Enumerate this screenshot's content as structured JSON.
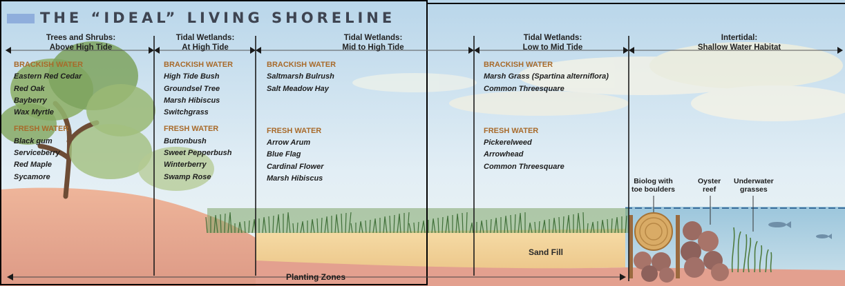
{
  "title": "THE “IDEAL” LIVING SHORELINE",
  "zones": [
    {
      "line1": "Trees and Shrubs:",
      "line2": "Above High Tide"
    },
    {
      "line1": "Tidal Wetlands:",
      "line2": "At High Tide"
    },
    {
      "line1": "Tidal Wetlands:",
      "line2": "Mid to High Tide"
    },
    {
      "line1": "Tidal Wetlands:",
      "line2": "Low to Mid Tide"
    },
    {
      "line1": "Intertidal:",
      "line2": "Shallow Water Habitat"
    }
  ],
  "columns": [
    {
      "brackish_label": "BRACKISH WATER",
      "brackish": [
        "Eastern Red Cedar",
        "Red Oak",
        "Bayberry",
        "Wax Myrtle"
      ],
      "fresh_label": "FRESH WATER",
      "fresh": [
        "Black gum",
        "Serviceberry",
        "Red Maple",
        "Sycamore"
      ]
    },
    {
      "brackish_label": "BRACKISH WATER",
      "brackish": [
        "High Tide Bush",
        "Groundsel Tree",
        "Marsh Hibiscus",
        "Switchgrass"
      ],
      "fresh_label": "FRESH WATER",
      "fresh": [
        "Buttonbush",
        "Sweet Pepperbush",
        "Winterberry",
        "Swamp Rose"
      ]
    },
    {
      "brackish_label": "BRACKISH WATER",
      "brackish": [
        "Saltmarsh Bulrush",
        "Salt Meadow Hay"
      ],
      "fresh_label": "FRESH WATER",
      "fresh": [
        "Arrow Arum",
        "Blue Flag",
        "Cardinal Flower",
        "Marsh Hibiscus"
      ]
    },
    {
      "brackish_label": "BRACKISH WATER",
      "brackish": [
        "Marsh Grass (Spartina alterniflora)",
        "Common Threesquare"
      ],
      "fresh_label": "FRESH WATER",
      "fresh": [
        "Pickerelweed",
        "Arrowhead",
        "Common Threesquare"
      ]
    }
  ],
  "labels": {
    "biolog_1": "Biolog with",
    "biolog_2": "toe boulders",
    "oyster_1": "Oyster",
    "oyster_2": "reef",
    "grass_1": "Underwater",
    "grass_2": "grasses",
    "sand_fill": "Sand Fill",
    "planting_zones": "Planting Zones"
  },
  "colors": {
    "sky": "#cfe3ef",
    "sand": "#f2d49a",
    "soil": "#e7a58b",
    "water": "#a9cde0",
    "header_brown": "#a86a2a",
    "title_bar": "#8faedc"
  }
}
